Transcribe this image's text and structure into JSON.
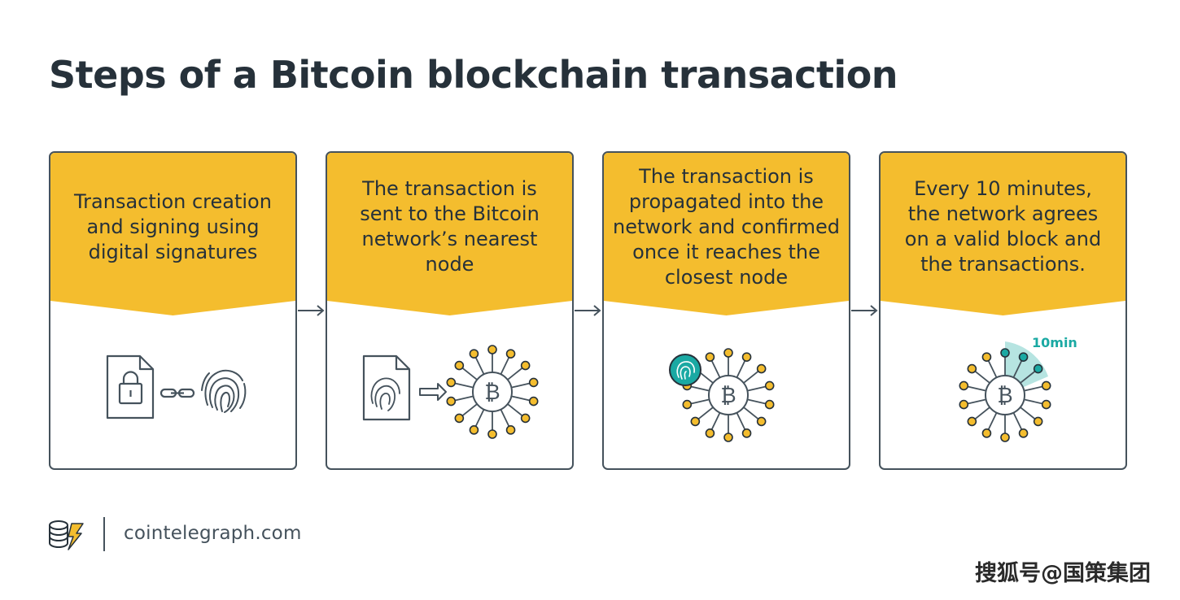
{
  "page": {
    "title": "Steps of a Bitcoin blockchain transaction"
  },
  "colors": {
    "header_yellow": "#f4bd2e",
    "ink": "#26313a",
    "stroke": "#45525c",
    "teal": "#1aa9a3",
    "teal_light": "#a9dfdc"
  },
  "steps": [
    {
      "text": "Transaction creation\nand signing using\ndigital signatures",
      "icons": [
        "locked-document-icon",
        "chain-link-icon",
        "fingerprint-icon"
      ]
    },
    {
      "text": "The transaction is\nsent to the Bitcoin\nnetwork’s nearest\nnode",
      "icons": [
        "fingerprint-document-icon",
        "right-arrow-icon",
        "bitcoin-network-icon"
      ]
    },
    {
      "text": "The transaction is\npropagated into the\nnetwork and confirmed\nonce it reaches the\nclosest node",
      "icons": [
        "fingerprint-badge-icon",
        "bitcoin-network-icon"
      ]
    },
    {
      "text": "Every 10 minutes,\nthe network agrees\non a valid block and\nthe transactions.",
      "icons": [
        "bitcoin-network-icon"
      ],
      "timer_label": "10min"
    }
  ],
  "footer": {
    "site": "cointelegraph.com",
    "logo_icon": "cointelegraph-logo-icon"
  },
  "watermark": "搜狐号@国策集团"
}
